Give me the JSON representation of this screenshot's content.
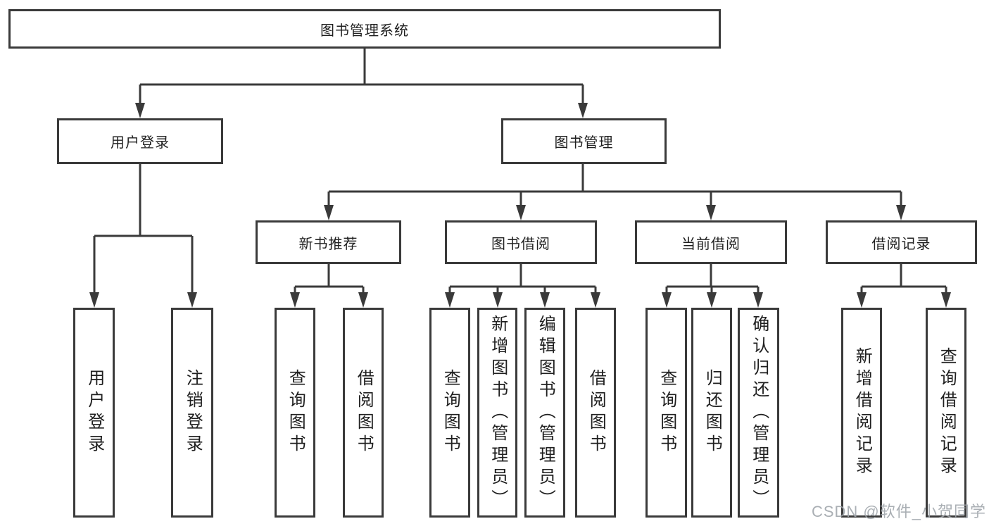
{
  "tree": {
    "root": "图书管理系统",
    "branches": [
      {
        "label": "用户登录",
        "children": [
          "用户登录",
          "注销登录"
        ]
      },
      {
        "label": "图书管理",
        "groups": [
          {
            "label": "新书推荐",
            "children": [
              "查询图书",
              "借阅图书"
            ]
          },
          {
            "label": "图书借阅",
            "children": [
              "查询图书",
              "新增图书（管理员）",
              "编辑图书（管理员）",
              "借阅图书"
            ]
          },
          {
            "label": "当前借阅",
            "children": [
              "查询图书",
              "归还图书",
              "确认归还（管理员）"
            ]
          },
          {
            "label": "借阅记录",
            "children": [
              "新增借阅记录",
              "查询借阅记录"
            ]
          }
        ]
      }
    ]
  },
  "watermark": {
    "text": "CSDN @软件_小贺同学"
  },
  "colors": {
    "line": "#3a3a3a",
    "box_border": "#3a3a3a",
    "box_background": "#ffffff",
    "text": "#1f1f1f",
    "watermark": "#9ea4aa"
  }
}
